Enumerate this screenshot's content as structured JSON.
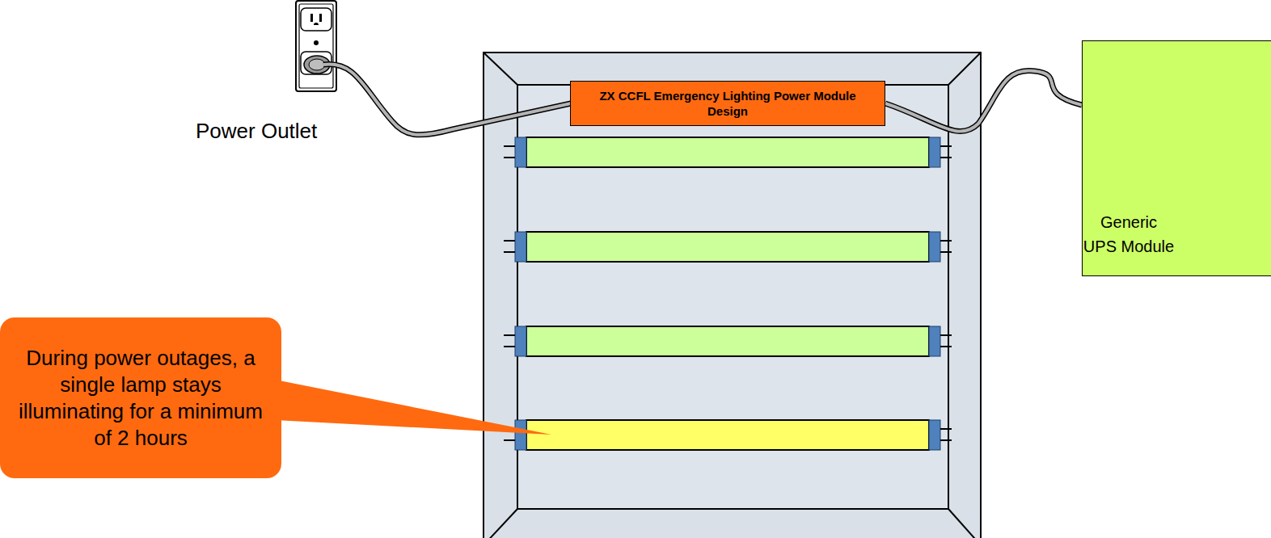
{
  "diagram": {
    "nodes": [
      {
        "text": [
          "ZX CCFL Emergency Lighting Power Module Design"
        ]
      },
      {
        "text": [
          "Generic UPS Module"
        ]
      },
      {
        "text": [
          "During power outages, a single lamp stays illuminating for a minimum of 2 hours"
        ]
      }
    ],
    "edges": [
      {
        "from": 0,
        "to": 1,
        "arrow": "none"
      }
    ],
    "labels": [
      "Power Outlet"
    ]
  }
}
